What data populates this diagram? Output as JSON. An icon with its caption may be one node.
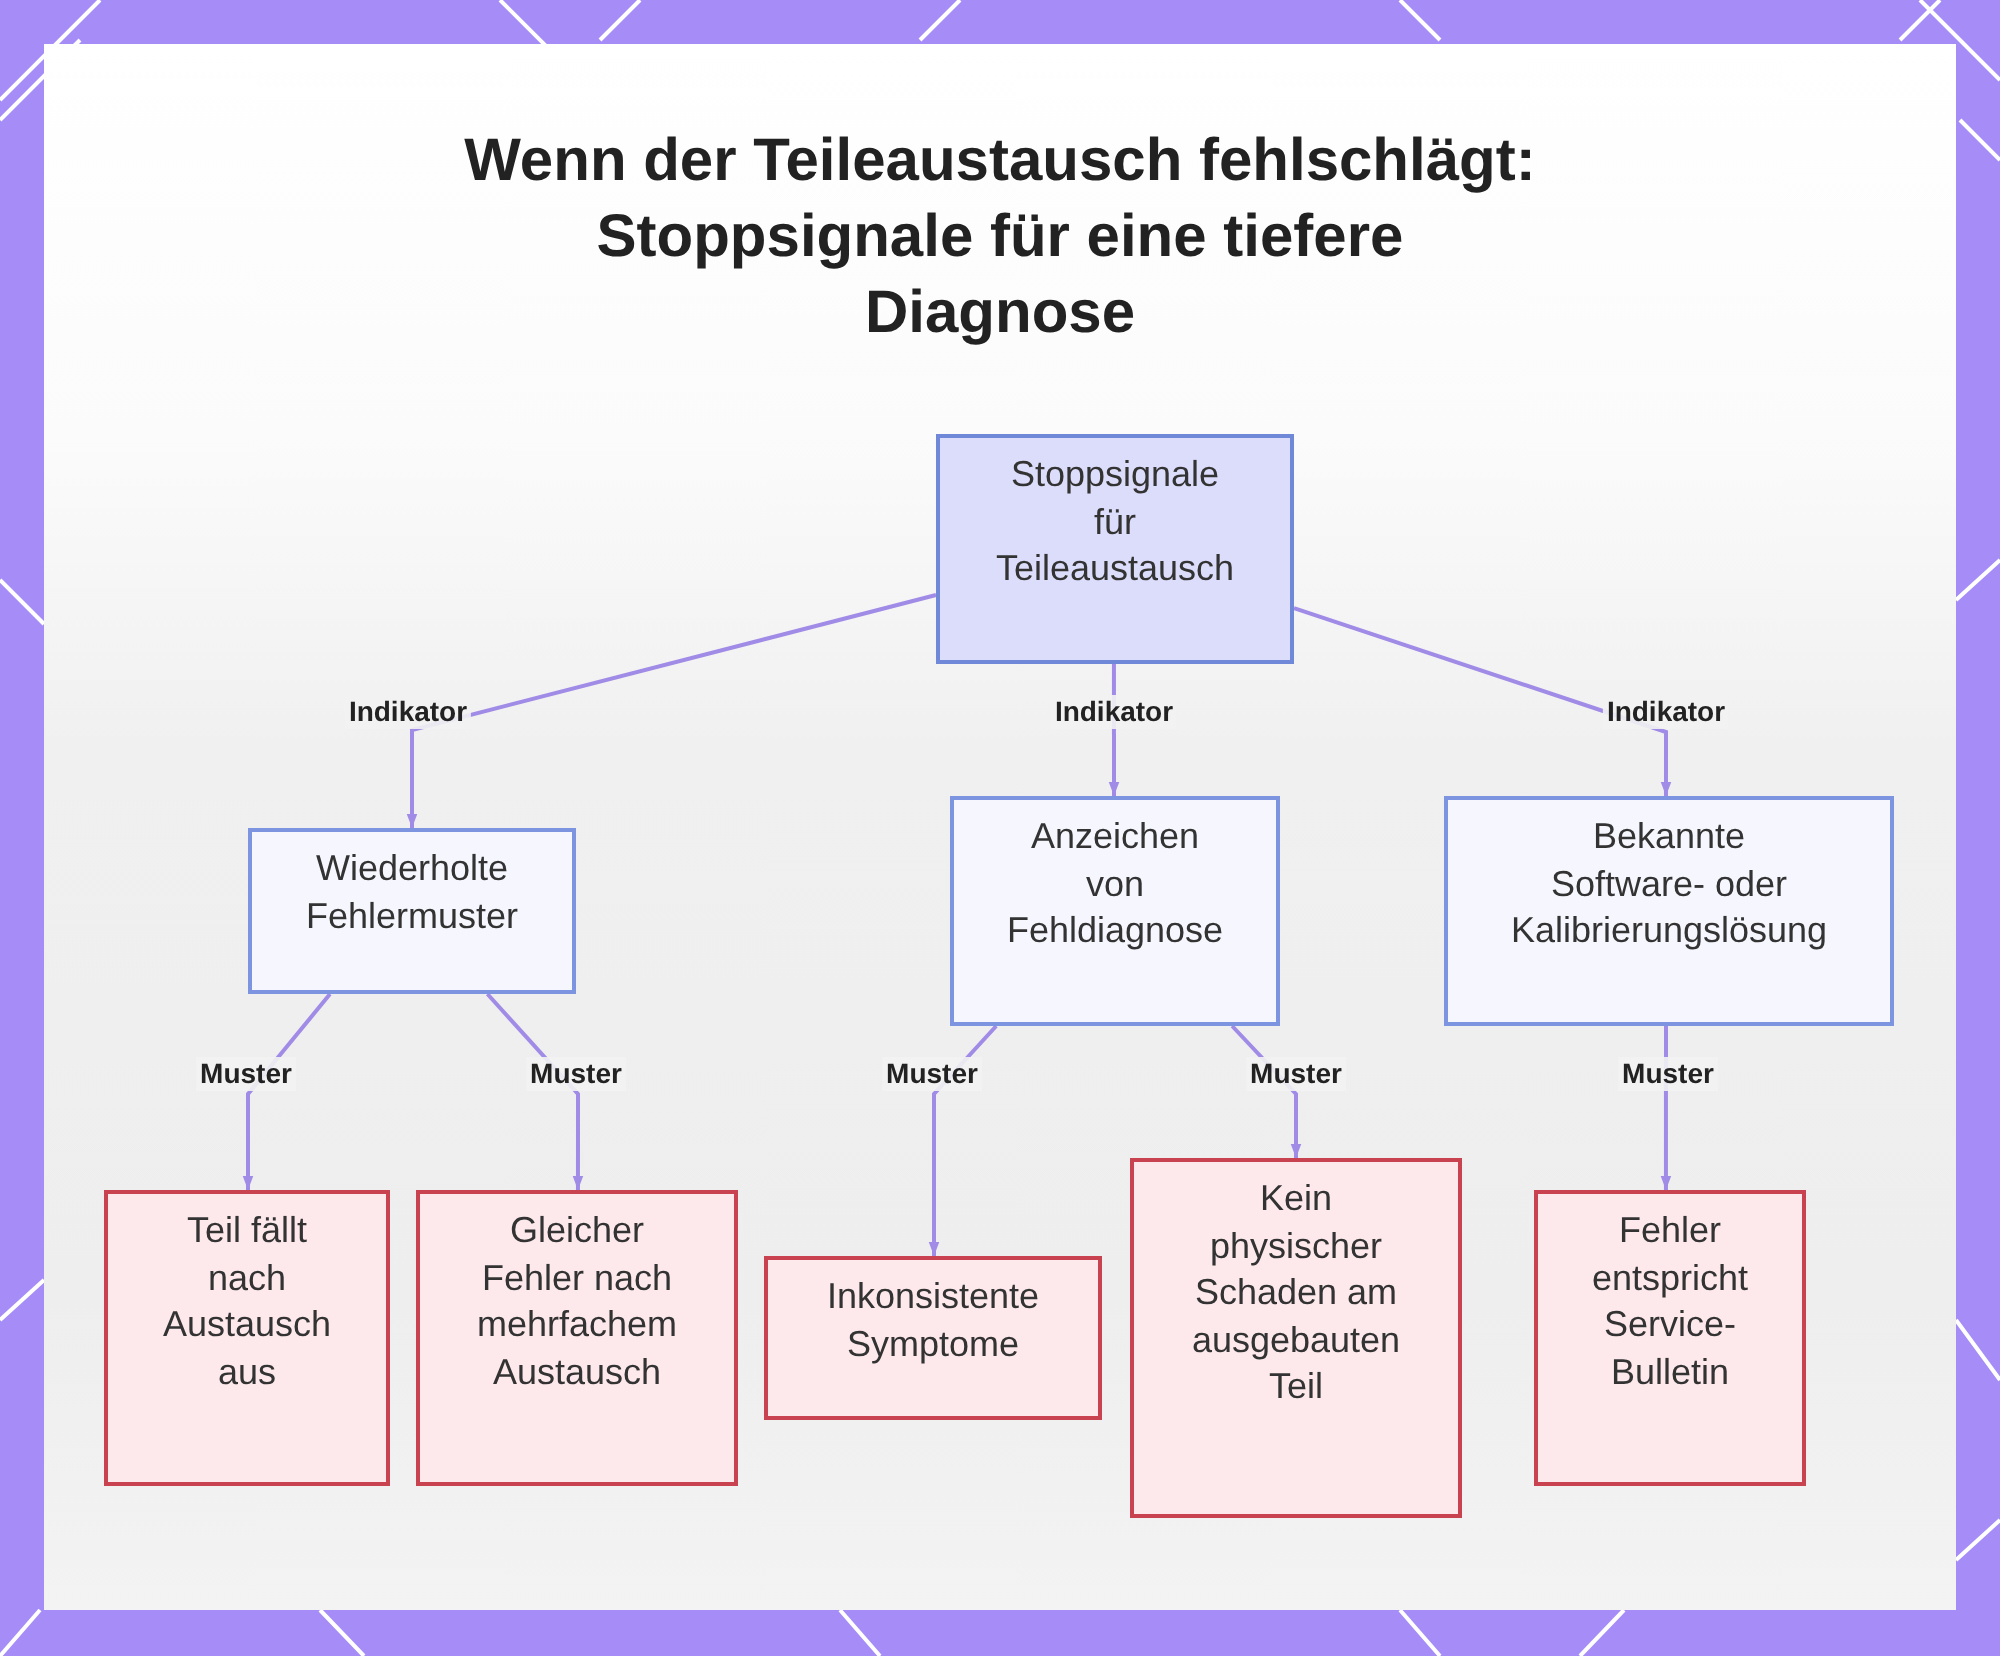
{
  "diagram": {
    "title": "Wenn der Teileaustausch fehlschlägt: Stoppsignale für eine tiefere Diagnose",
    "nodes": [
      {
        "text": [
          "Stoppsignale für Teileaustausch"
        ]
      },
      {
        "text": [
          "Wiederholte Fehlermuster"
        ]
      },
      {
        "text": [
          "Anzeichen von Fehldiagnose"
        ]
      },
      {
        "text": [
          "Bekannte Software- oder Kalibrierungslösung"
        ]
      },
      {
        "text": [
          "Teil fällt nach Austausch aus"
        ]
      },
      {
        "text": [
          "Gleicher Fehler nach mehrfachem Austausch"
        ]
      },
      {
        "text": [
          "Inkonsistente Symptome"
        ]
      },
      {
        "text": [
          "Kein physischer Schaden am ausgebauten Teil"
        ]
      },
      {
        "text": [
          "Fehler entspricht Service-Bulletin"
        ]
      }
    ],
    "edges": [
      {
        "from": 0,
        "to": 1,
        "label": "Indikator",
        "arrow": "to"
      },
      {
        "from": 0,
        "to": 2,
        "label": "Indikator",
        "arrow": "to"
      },
      {
        "from": 0,
        "to": 3,
        "label": "Indikator",
        "arrow": "to"
      },
      {
        "from": 1,
        "to": 4,
        "label": "Muster",
        "arrow": "to"
      },
      {
        "from": 1,
        "to": 5,
        "label": "Muster",
        "arrow": "to"
      },
      {
        "from": 2,
        "to": 6,
        "label": "Muster",
        "arrow": "to"
      },
      {
        "from": 2,
        "to": 7,
        "label": "Muster",
        "arrow": "to"
      },
      {
        "from": 3,
        "to": 8,
        "label": "Muster",
        "arrow": "to"
      }
    ]
  }
}
